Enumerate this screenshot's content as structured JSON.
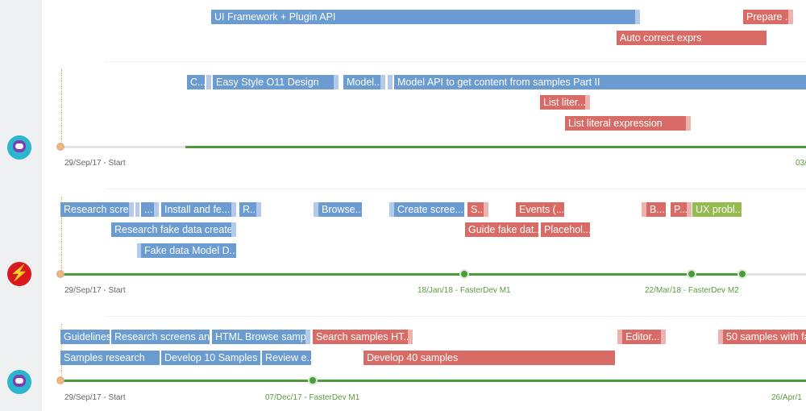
{
  "rows": [
    {
      "name": "row-top",
      "bars": [
        {
          "label": "UI Framework + Plugin API",
          "color": "blue"
        },
        {
          "label": "Prepare ...",
          "color": "red"
        },
        {
          "label": "Auto correct exprs",
          "color": "red"
        }
      ]
    },
    {
      "name": "row-1",
      "avatar": "robot-avatar",
      "bars": [
        {
          "label": "C...",
          "color": "blue"
        },
        {
          "label": "Easy Style O11 Design",
          "color": "blue"
        },
        {
          "label": "Model...",
          "color": "blue"
        },
        {
          "label": "Model API to get content from samples Part II",
          "color": "blue"
        },
        {
          "label": "List liter...",
          "color": "red"
        },
        {
          "label": "List literal expression",
          "color": "red"
        }
      ],
      "timeline": {
        "start_label": "29/Sep/17 - Start",
        "end_label": "03/",
        "progress": 1.0,
        "milestones": []
      }
    },
    {
      "name": "row-2",
      "avatar": "flash-avatar",
      "bars": [
        {
          "label": "Research scre...",
          "color": "blue"
        },
        {
          "label": "...",
          "color": "blue"
        },
        {
          "label": "Install and fe...",
          "color": "blue"
        },
        {
          "label": "R...",
          "color": "blue"
        },
        {
          "label": "Browse...",
          "color": "blue"
        },
        {
          "label": "Create scree...",
          "color": "blue"
        },
        {
          "label": "S...",
          "color": "red"
        },
        {
          "label": "Events (...",
          "color": "red"
        },
        {
          "label": "B...",
          "color": "red"
        },
        {
          "label": "P...",
          "color": "red"
        },
        {
          "label": "UX probl...",
          "color": "green"
        },
        {
          "label": "Research fake data create...",
          "color": "blue"
        },
        {
          "label": "Guide fake dat...",
          "color": "red"
        },
        {
          "label": "Placehol...",
          "color": "red"
        },
        {
          "label": "Fake data Model D...",
          "color": "blue"
        }
      ],
      "timeline": {
        "start_label": "29/Sep/17 - Start",
        "milestones": [
          {
            "label": "18/Jan/18 - FasterDev M1"
          },
          {
            "label": "22/Mar/18 - FasterDev M2"
          }
        ]
      }
    },
    {
      "name": "row-3",
      "avatar": "robot-avatar",
      "bars": [
        {
          "label": "Guidelines",
          "color": "blue"
        },
        {
          "label": "Research screens an...",
          "color": "blue"
        },
        {
          "label": "HTML Browse samp...",
          "color": "blue"
        },
        {
          "label": "Search samples HT...",
          "color": "red"
        },
        {
          "label": "Editor...",
          "color": "red"
        },
        {
          "label": "50 samples with fa...",
          "color": "red"
        },
        {
          "label": "Samples research",
          "color": "blue"
        },
        {
          "label": "Develop 10 Samples",
          "color": "blue"
        },
        {
          "label": "Review e...",
          "color": "blue"
        },
        {
          "label": "Develop 40 samples",
          "color": "red"
        }
      ],
      "timeline": {
        "start_label": "29/Sep/17 - Start",
        "end_label": "26/Apr/1",
        "milestones": [
          {
            "label": "07/Dec/17 - FasterDev M1"
          }
        ]
      }
    }
  ],
  "colors": {
    "blue": "#6a9bd1",
    "red": "#d96b66",
    "green": "#95bb4f",
    "progress": "#4e9a3b",
    "start": "#f1b77c"
  }
}
